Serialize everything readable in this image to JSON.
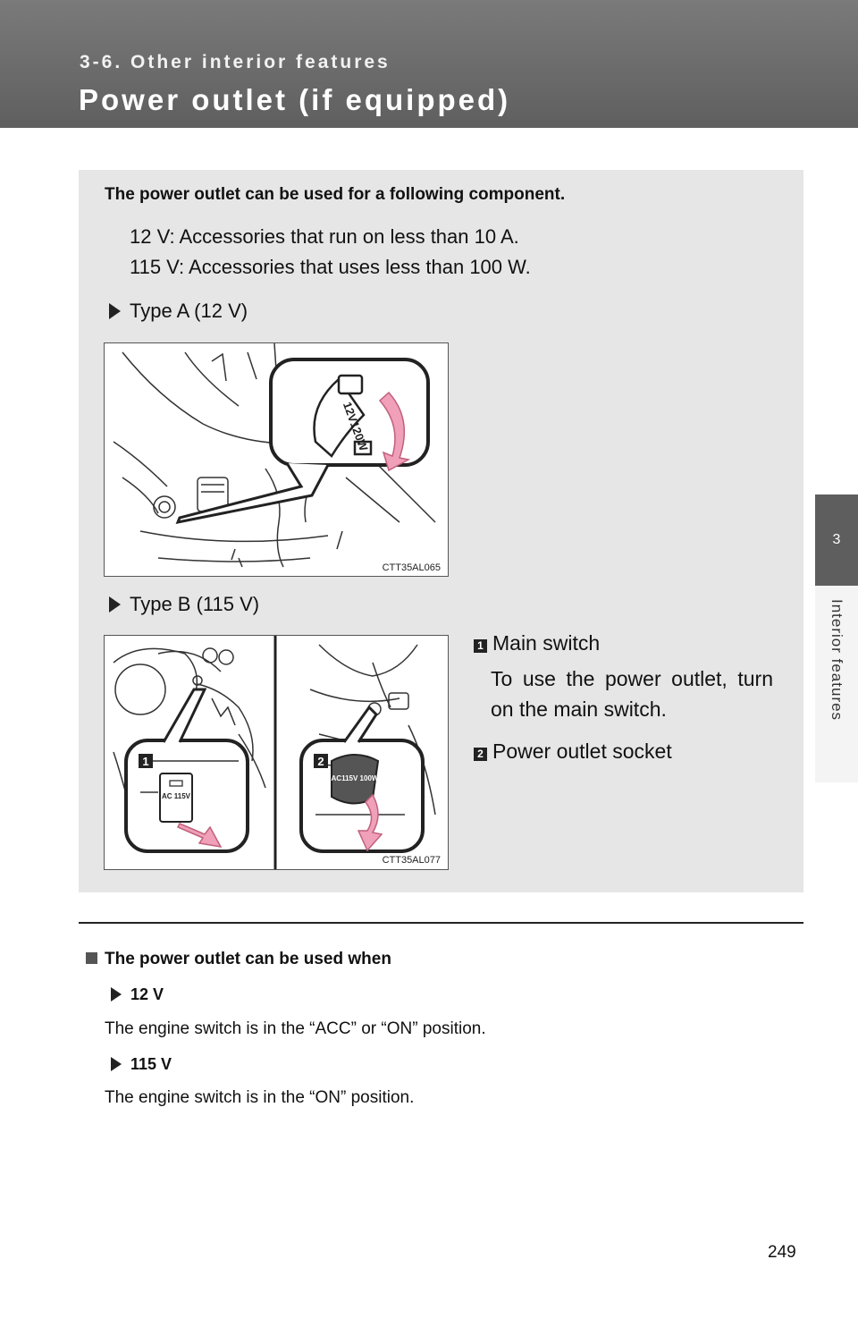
{
  "header": {
    "section": "3-6. Other interior features",
    "title": "Power outlet (if equipped)"
  },
  "side_tab": {
    "number": "3",
    "label": "Interior features"
  },
  "intro": {
    "heading": "The power outlet can be used for a following component.",
    "lines": [
      "12 V: Accessories that run on less than 10 A.",
      "115 V: Accessories that uses less than 100 W."
    ]
  },
  "type_a": {
    "label": "Type A (12 V)",
    "figure_code": "CTT35AL065",
    "cap_text": "12V120W"
  },
  "type_b": {
    "label": "Type B (115 V)",
    "figure_code": "CTT35AL077",
    "switch_text": "AC 115V",
    "socket_text": "AC115V 100W",
    "legend": [
      {
        "number": "1",
        "title": "Main switch",
        "desc": "To use the power outlet, turn on the main switch."
      },
      {
        "number": "2",
        "title": "Power outlet socket",
        "desc": ""
      }
    ]
  },
  "note": {
    "heading": "The power outlet can be used when",
    "items": [
      {
        "label": "12 V",
        "text": "The engine switch is in the “ACC” or “ON” position."
      },
      {
        "label": "115 V",
        "text": "The engine switch is in the “ON” position."
      }
    ]
  },
  "page_number": "249"
}
